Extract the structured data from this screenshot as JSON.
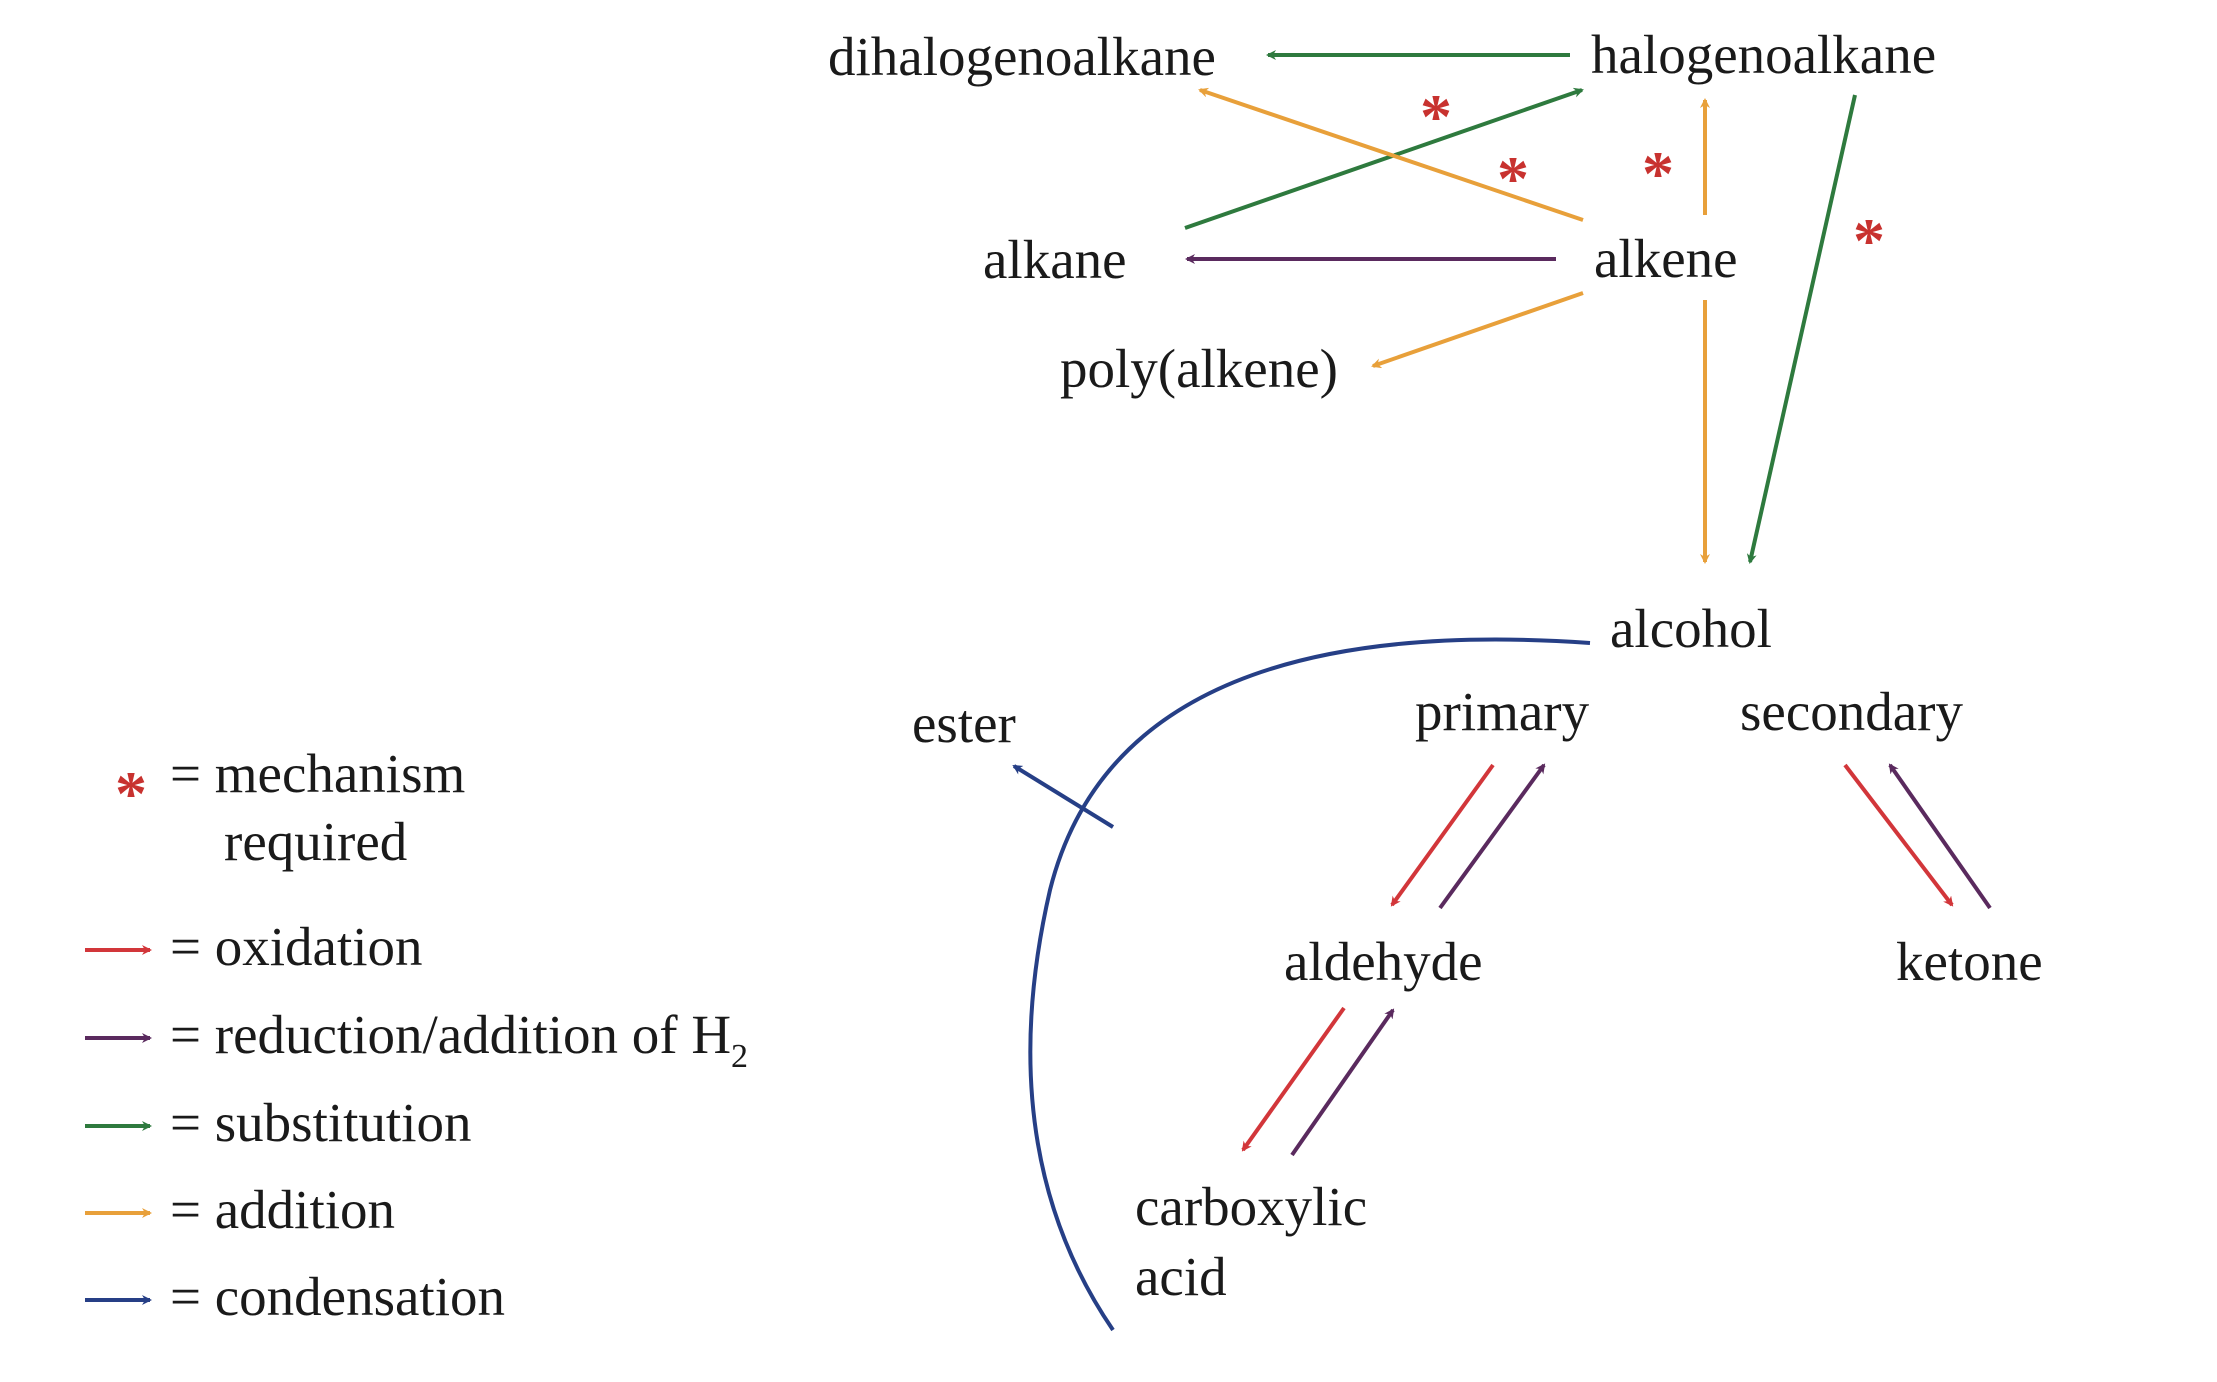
{
  "nodes": {
    "dihalogenoalkane": "dihalogenoalkane",
    "halogenoalkane": "halogenoalkane",
    "alkane": "alkane",
    "alkene": "alkene",
    "polyalkene": "poly(alkene)",
    "alcohol": "alcohol",
    "primary": "primary",
    "secondary": "secondary",
    "ester": "ester",
    "aldehyde": "aldehyde",
    "ketone": "ketone",
    "carboxylic_line1": "carboxylic",
    "carboxylic_line2": "acid"
  },
  "star_symbol": "*",
  "legend": {
    "mechanism_line1": "= mechanism",
    "mechanism_line2": "required",
    "oxidation": "= oxidation",
    "reduction": "= reduction/addition of H",
    "reduction_sub": "2",
    "substitution": "= substitution",
    "addition": "= addition",
    "condensation": "= condensation"
  },
  "colors": {
    "oxidation": "#d2363a",
    "reduction": "#5a2a5e",
    "substitution": "#2e7a3e",
    "addition": "#e8a03a",
    "condensation": "#263f86",
    "star": "#c8322f",
    "text": "#1a1a1a"
  }
}
